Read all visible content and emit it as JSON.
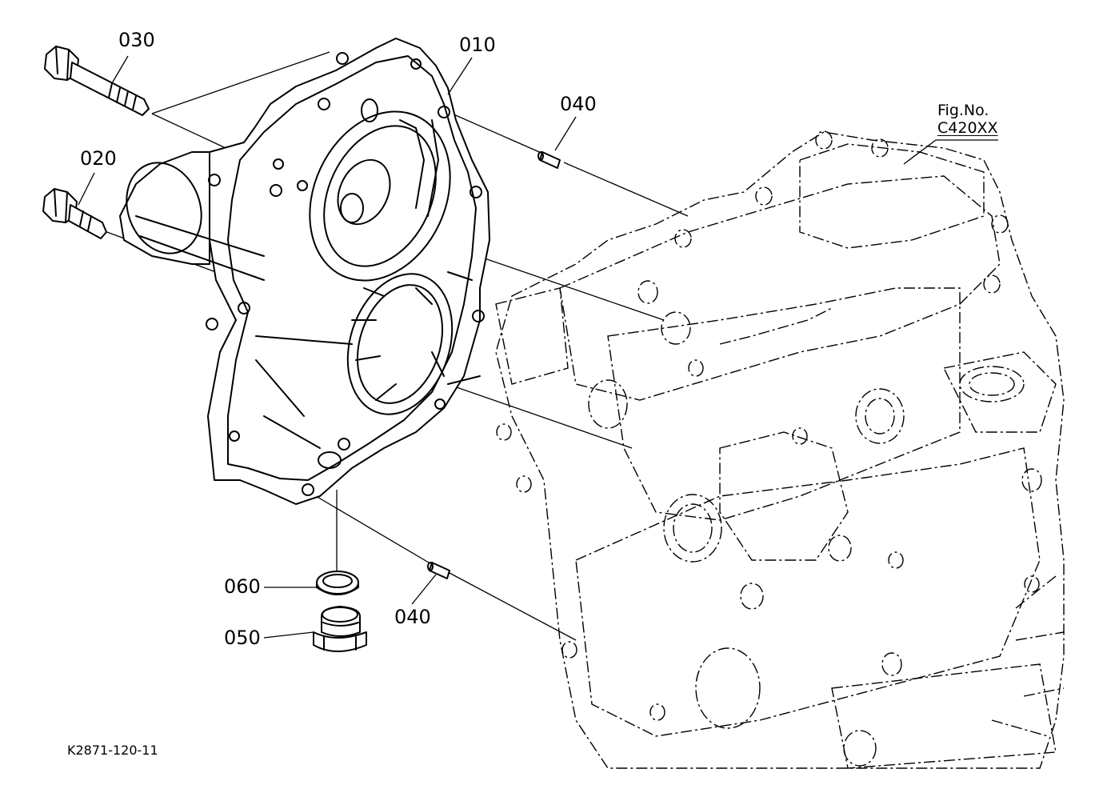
{
  "figure": {
    "fig_no_label": "Fig.No.",
    "fig_no_code": "C420XX",
    "drawing_code": "K2871-120-11"
  },
  "callouts": [
    {
      "id": "p030",
      "label": "030"
    },
    {
      "id": "p010",
      "label": "010"
    },
    {
      "id": "p040a",
      "label": "040"
    },
    {
      "id": "p020",
      "label": "020"
    },
    {
      "id": "p060",
      "label": "060"
    },
    {
      "id": "p040b",
      "label": "040"
    },
    {
      "id": "p050",
      "label": "050"
    }
  ]
}
